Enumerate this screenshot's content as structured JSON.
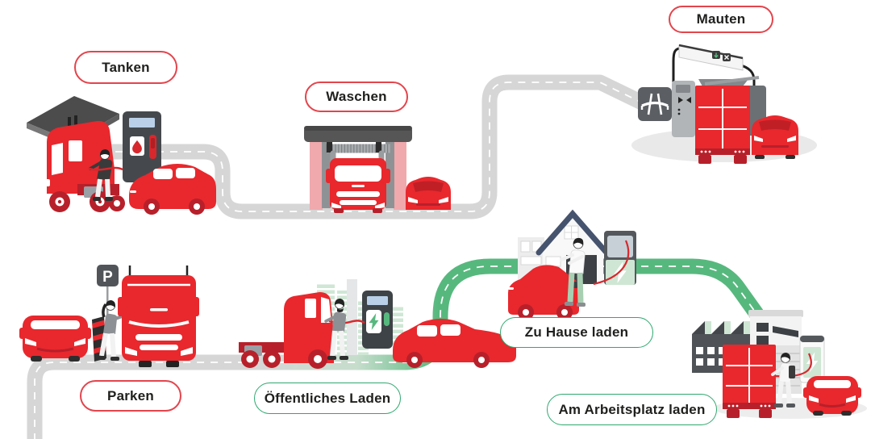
{
  "scenes": [
    {
      "id": "tanken",
      "label": "Tanken",
      "theme": "red"
    },
    {
      "id": "waschen",
      "label": "Waschen",
      "theme": "red"
    },
    {
      "id": "mauten",
      "label": "Mauten",
      "theme": "red"
    },
    {
      "id": "parken",
      "label": "Parken",
      "theme": "red"
    },
    {
      "id": "oeffentliches-laden",
      "label": "Öffentliches Laden",
      "theme": "green"
    },
    {
      "id": "zu-hause-laden",
      "label": "Zu Hause laden",
      "theme": "green"
    },
    {
      "id": "am-arbeitsplatz-laden",
      "label": "Am Arbeitsplatz laden",
      "theme": "green"
    }
  ],
  "parking_sign_letter": "P",
  "icons": [
    "fuel-drop-icon",
    "lightning-bolt-icon",
    "autobahn-icon",
    "parking-sign-icon",
    "down-arrow-icon",
    "x-icon"
  ],
  "palette": {
    "vehicle_red": "#e8282d",
    "vehicle_red_dark": "#b7202a",
    "pill_border_red": "#e4444c",
    "pill_border_green": "#2fa86f",
    "label_text": "#20201e",
    "road_gray": "#d6d6d6",
    "road_green": "#57b87e",
    "road_green_pale": "#c6ddcc",
    "wash_pink": "#f0a9ad",
    "pale_green_panel": "#cfe6d4",
    "screen_blue": "#b9d0e8",
    "roof_blue": "#46536e",
    "dark_gray": "#45494d"
  }
}
